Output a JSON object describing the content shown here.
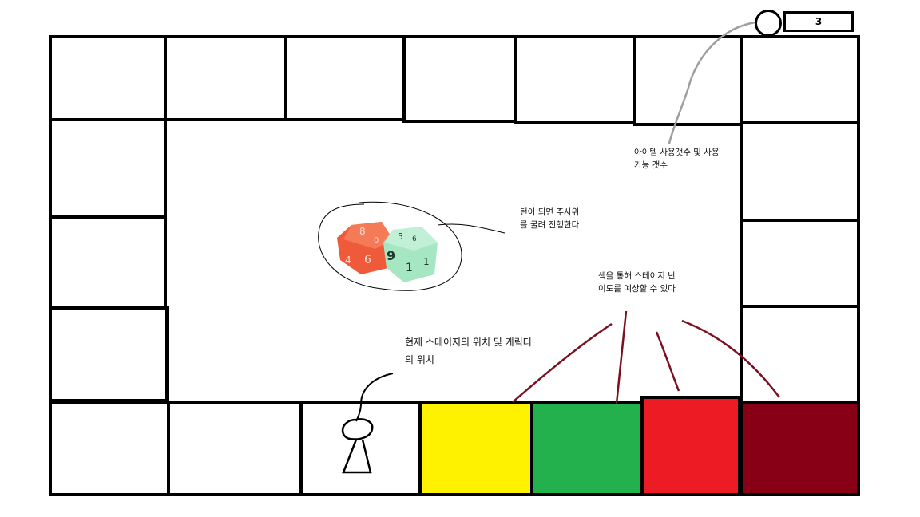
{
  "item_counter": {
    "value": "3",
    "icon": "item-token-icon"
  },
  "annotations": {
    "item_counter_note": [
      "아이템 사용갯수 및 사용",
      "가능 갯수"
    ],
    "dice_note": [
      "턴이 되면 주사위",
      "를 굴려 진행한다"
    ],
    "difficulty_note": [
      "색을 통해 스테이지 난",
      "이도를 예상할 수 있다"
    ],
    "position_note": [
      "현제 스테이지의 위치 및 케릭터",
      "의 위치"
    ]
  },
  "dice": {
    "red_die": {
      "color": "#ef5a3a",
      "faces": [
        "8",
        "0",
        "4",
        "6"
      ]
    },
    "green_die": {
      "color": "#a6e7c3",
      "faces": [
        "5",
        "6",
        "9",
        "1",
        "1"
      ]
    }
  },
  "difficulty_colors": {
    "easy": "#fff200",
    "normal": "#22b14c",
    "hard": "#ed1c24",
    "extreme": "#880015"
  },
  "board": {
    "player_token": "player-pawn-icon"
  }
}
